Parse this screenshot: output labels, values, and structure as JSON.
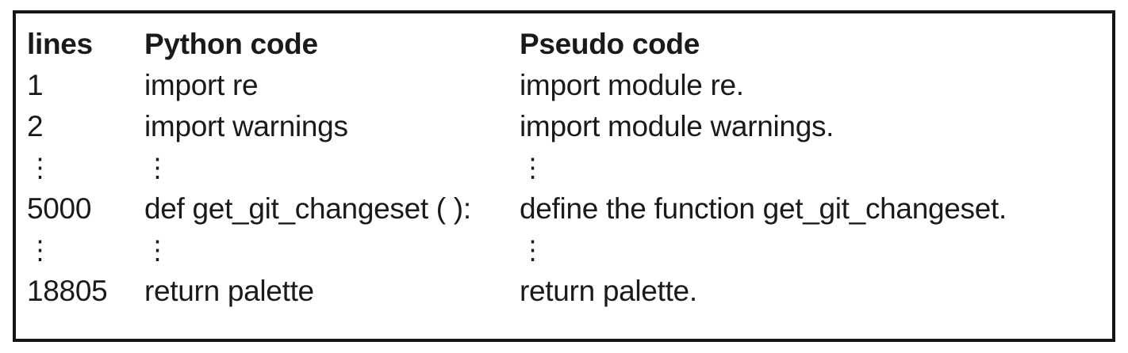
{
  "figure": {
    "columns": {
      "lines": "lines",
      "python": "Python code",
      "pseudo": "Pseudo code"
    },
    "rows": [
      {
        "line": "1",
        "python": "import re",
        "pseudo": "import module re."
      },
      {
        "line": "2",
        "python": "import warnings",
        "pseudo": "import module warnings."
      },
      {
        "line": "⋮",
        "python": "⋮",
        "pseudo": "⋮"
      },
      {
        "line": "5000",
        "python": "def get_git_changeset ( ):",
        "pseudo": "define the function get_git_changeset."
      },
      {
        "line": "⋮",
        "python": "⋮",
        "pseudo": "⋮"
      },
      {
        "line": "18805",
        "python": "return palette",
        "pseudo": "return palette."
      }
    ],
    "colors": {
      "text": "#1a1a1a",
      "border": "#151515",
      "background": "#ffffff"
    }
  }
}
